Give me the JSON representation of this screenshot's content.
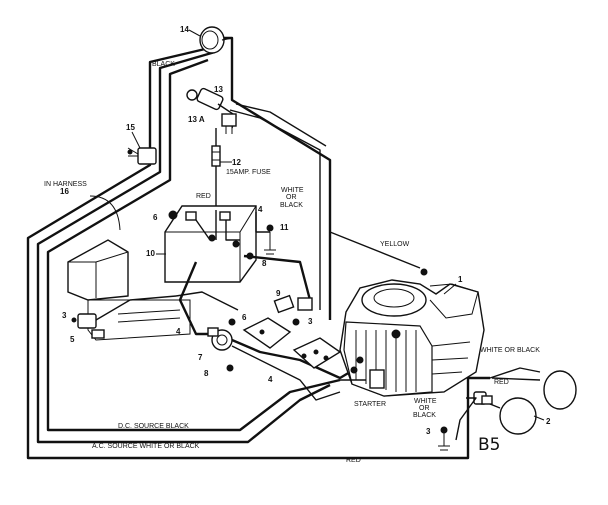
{
  "labels": {
    "black_top": "BLACK",
    "in_harness": "IN HARNESS",
    "fuse": "15AMP. FUSE",
    "red_top": "RED",
    "white_or_black_1": "WHITE",
    "white_or_black_2": "OR",
    "white_or_black_3": "BLACK",
    "yellow": "YELLOW",
    "starter": "STARTER",
    "white_or_black_right": "WHITE OR BLACK",
    "red_right": "RED",
    "white_or_black_low_1": "WHITE",
    "white_or_black_low_2": "OR",
    "white_or_black_low_3": "BLACK",
    "dc_source": "D.C. SOURCE   BLACK",
    "ac_source": "A.C. SOURCE   WHITE OR BLACK",
    "red_bottom": "RED",
    "sheet_id": "B5"
  },
  "callouts": {
    "n1": "1",
    "n2": "2",
    "n3a": "3",
    "n3b": "3",
    "n3c": "3",
    "n4a": "4",
    "n4b": "4",
    "n4c": "4",
    "n5": "5",
    "n6a": "6",
    "n6b": "6",
    "n7": "7",
    "n8a": "8",
    "n8b": "8",
    "n9": "9",
    "n10": "10",
    "n11": "11",
    "n12": "12",
    "n13": "13",
    "n13a": "13 A",
    "n14": "14",
    "n15": "15",
    "n16": "16"
  }
}
